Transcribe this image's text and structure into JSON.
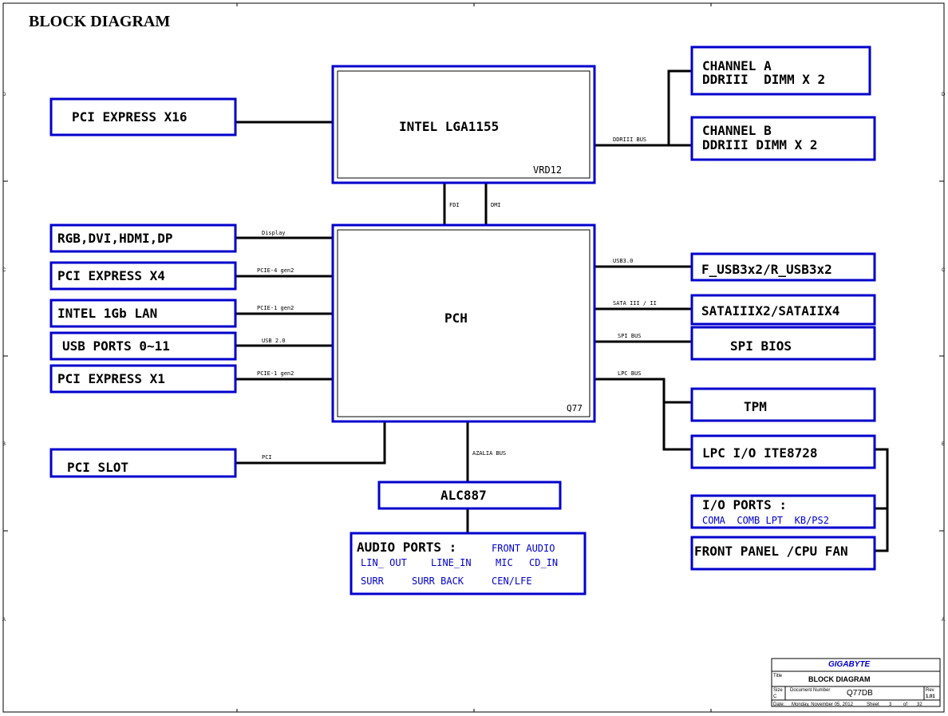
{
  "title": "BLOCK DIAGRAM",
  "colors": {
    "box_border": "#0000cc",
    "line": "#000000",
    "blue_text": "#0000cc"
  },
  "cpu": {
    "label": "INTEL LGA1155",
    "note": "VRD12"
  },
  "pch": {
    "label": "PCH",
    "note": "Q77"
  },
  "left_boxes": {
    "pcie_x16": "PCI EXPRESS X16",
    "display_out": "RGB,DVI,HDMI,DP",
    "pcie_x4": "PCI EXPRESS X4",
    "lan": "INTEL 1Gb LAN",
    "usb": "USB PORTS 0~11",
    "pcie_x1": "PCI EXPRESS X1",
    "pci_slot": "PCI SLOT"
  },
  "right_boxes": {
    "channel_a_1": "CHANNEL A",
    "channel_a_2": "DDRIII  DIMM X 2",
    "channel_b_1": "CHANNEL B",
    "channel_b_2": "DDRIII DIMM X 2",
    "usb3": "F_USB3x2/R_USB3x2",
    "sata": "SATAIIIX2/SATAIIX4",
    "spi": "SPI BIOS",
    "tpm": "TPM",
    "lpc_io": "LPC I/O ITE8728",
    "io_ports": "I/O PORTS :",
    "io_ports_sub": "COMA  COMB LPT  KB/PS2",
    "front_panel": "FRONT PANEL /CPU FAN"
  },
  "audio": {
    "codec": "ALC887",
    "ports_title": "AUDIO PORTS :",
    "front_audio": "FRONT AUDIO",
    "row1": [
      "LIN_ OUT",
      "LINE_IN",
      "MIC",
      "CD_IN"
    ],
    "row2": [
      "SURR",
      "SURR BACK",
      "CEN/LFE"
    ]
  },
  "buses": {
    "ddr": "DDRIII BUS",
    "fdi": "FDI",
    "dmi": "DMI",
    "display": "Display",
    "pcie4": "PCIE-4 gen2",
    "pcie1a": "PCIE-1 gen2",
    "usb2": "USB 2.0",
    "pcie1b": "PCIE-1 gen2",
    "pci": "PCI",
    "usb3": "USB3.0",
    "sata": "SATA III / II",
    "spi": "SPI BUS",
    "lpc": "LPC BUS",
    "azalia": "AZALIA BUS"
  },
  "title_block": {
    "company": "GIGABYTE",
    "title_caption": "Title",
    "title": "BLOCK DIAGRAM",
    "size_caption": "Size",
    "size": "C",
    "docnum_caption": "Document Number",
    "docnum": "Q77DB",
    "rev_caption": "Rev",
    "rev": "1.01",
    "date_caption": "Date:",
    "date": "Monday, November 05, 2012",
    "sheet_caption": "Sheet",
    "sheet": "3",
    "of_caption": "of",
    "total": "32"
  },
  "border_markers": [
    "D",
    "C",
    "B",
    "A"
  ]
}
